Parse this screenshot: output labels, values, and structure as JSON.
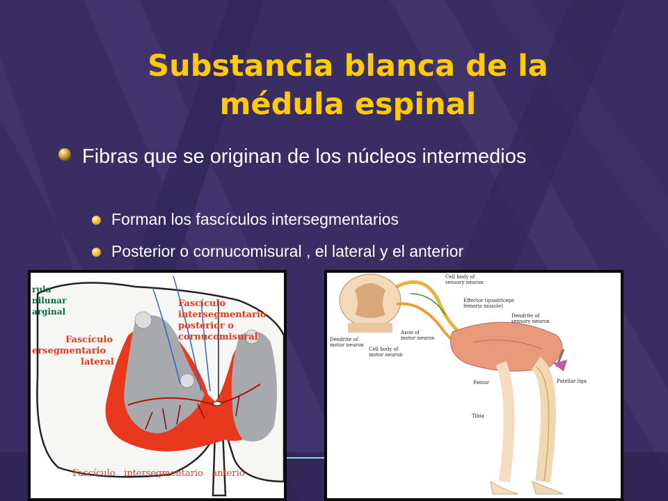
{
  "slide": {
    "title_lines": [
      "Substancia blanca de la",
      "médula espinal"
    ],
    "bullet": "Fibras que se originan de los núcleos intermedios",
    "sub_bullets": [
      "Forman los fascículos intersegmentarios",
      "Posterior o cornucomisural , el lateral y el anterior"
    ]
  },
  "left_figure": {
    "labels": {
      "top_left": [
        "rula",
        "nilunar",
        "arginal"
      ],
      "lateral": [
        "Fascículo",
        "ersegmentario",
        "lateral"
      ],
      "posterior": [
        "Fascículo",
        "intersegmentario",
        "posterior o",
        "cornucomisural"
      ],
      "bottom": "Fascículo   intersegmentario   anterio"
    }
  },
  "right_figure": {
    "labels": {
      "cell_body_sensory": [
        "Cell body of",
        "sensory neuron"
      ],
      "effector": [
        "Effector (quadriceps",
        "femoris muscle)"
      ],
      "dendrite_sensory": [
        "Dendrite of",
        "sensory neuron"
      ],
      "axon_motor": [
        "Axon of",
        "motor neuron"
      ],
      "dendrite_motor": [
        "Dendrite of",
        "motor neuron"
      ],
      "cell_body_motor": [
        "Cell body of",
        "motor neuron"
      ],
      "femur": "Femur",
      "patellar": "Patellar liga",
      "tibia": "Tibia"
    }
  },
  "colors": {
    "background": "#3a2d63",
    "title": "#ffcc00",
    "text": "#ffffff",
    "fasciculus_red": "#e8391e",
    "gray_matter": "#a7a9ad"
  }
}
